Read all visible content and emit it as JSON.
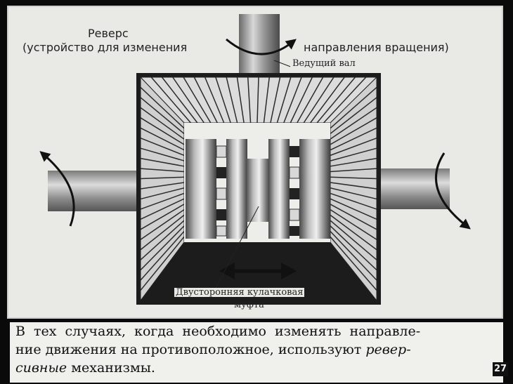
{
  "diagram": {
    "title_line1": "Реверс",
    "title_line2": "(устройство для изменения",
    "title_line3": "направления вращения)",
    "label_driving_shaft": "Ведущий вал",
    "label_clutch_line1": "Двусторонняя кулачковая",
    "label_clutch_line2": "муфта"
  },
  "caption": {
    "line1": "В тех случаях, когда необходимо изменять направле-",
    "line2": "ние движения на противоположное, используют",
    "line2_italic": "ревер-",
    "line3_italic": "сивные",
    "line3": "механизмы."
  },
  "page_number": "27",
  "colors": {
    "background": "#0a0a0a",
    "paper": "#e9e9e6",
    "metal_dark": "#3a3a3a",
    "metal_light": "#f4f4f4"
  }
}
